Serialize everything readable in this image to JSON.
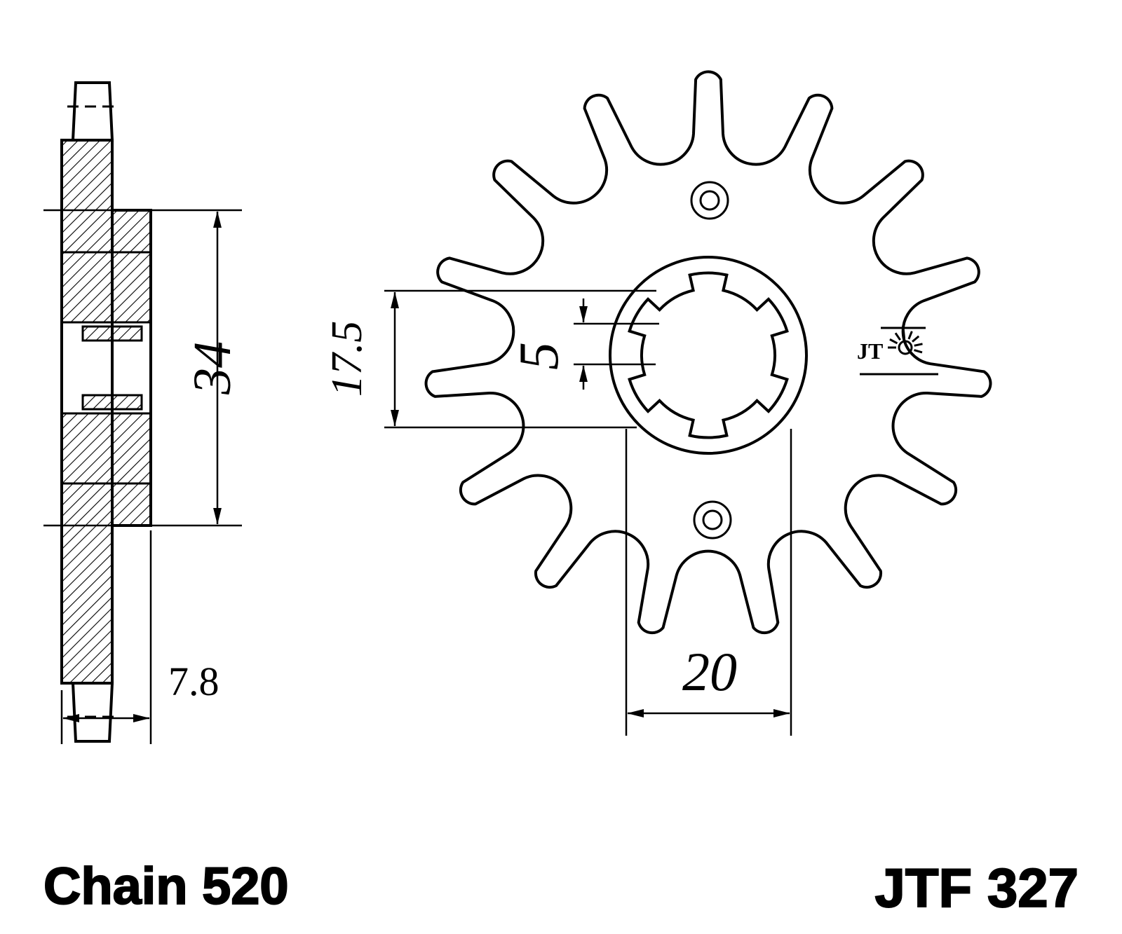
{
  "drawing": {
    "chain_label": "Chain 520",
    "part_number": "JTF 327",
    "logo_text": "JT"
  },
  "dimensions": {
    "side_hub_diameter": "34",
    "side_width": "7.8",
    "front_offset": "17.5",
    "front_spline": "5",
    "front_bore": "20"
  },
  "sprocket": {
    "teeth_drawn": 15,
    "spline_slots": 6
  },
  "colors": {
    "ink": "#000000",
    "dim_muted": "#9c9c9c",
    "background": "#ffffff"
  }
}
